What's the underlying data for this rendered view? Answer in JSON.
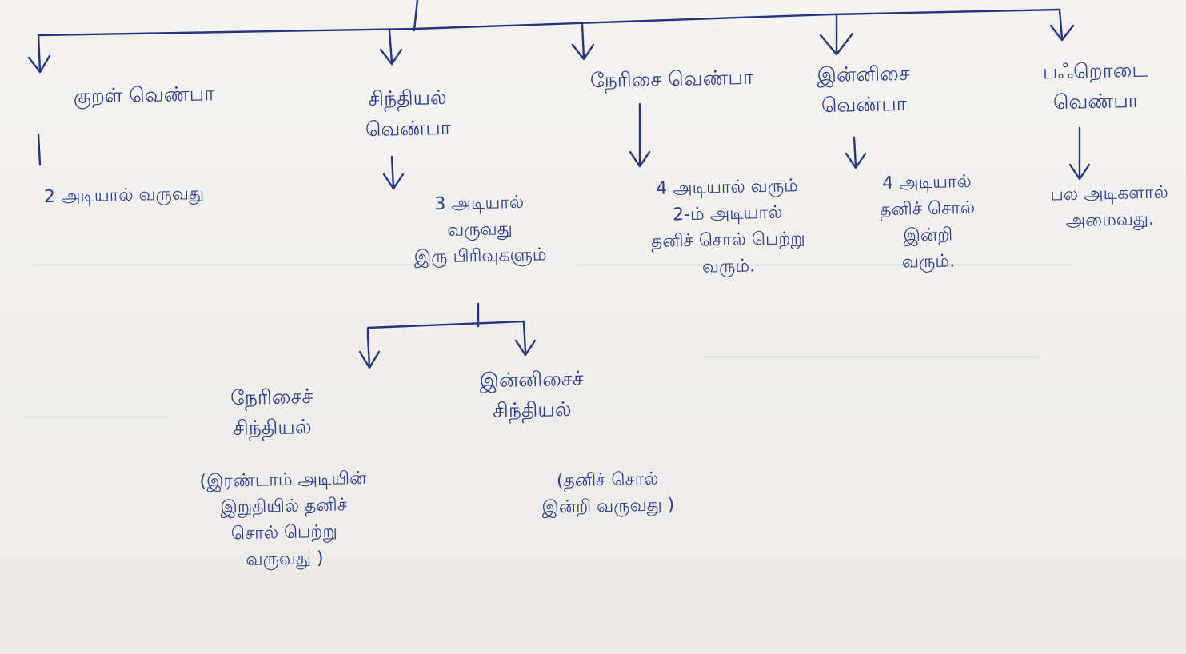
{
  "nodes": {
    "kural": {
      "title": "குறள் வெண்பா",
      "desc": "2 அடியால் வருவது"
    },
    "sindhiyal": {
      "title": "சிந்தியல்\nவெண்பா",
      "desc": "3 அடியால்\nவருவது\nஇரு பிரிவுகளும்"
    },
    "nerisai": {
      "title": "நேரிசை வெண்பா",
      "desc": "4 அடியால் வரும்\n2-ம் அடியால்\nதனிச் சொல் பெற்று\nவரும்."
    },
    "innisai": {
      "title": "இன்னிசை\nவெண்பா",
      "desc": "4 அடியால்\nதனிச் சொல்\nஇன்றி\nவரும்."
    },
    "pahrodai": {
      "title": "பஃறொடை\nவெண்பா",
      "desc": "பல அடிகளால்\nஅமைவது."
    },
    "nerisai_sindhiyal": {
      "title": "நேரிசைச்\nசிந்தியல்",
      "desc": "(இரண்டாம் அடியின்\nஇறுதியில் தனிச்\nசொல் பெற்று\nவருவது )"
    },
    "innisai_sindhiyal": {
      "title": "இன்னிசைச்\nசிந்தியல்",
      "desc": "(தனிச் சொல்\nஇன்றி வருவது )"
    }
  }
}
